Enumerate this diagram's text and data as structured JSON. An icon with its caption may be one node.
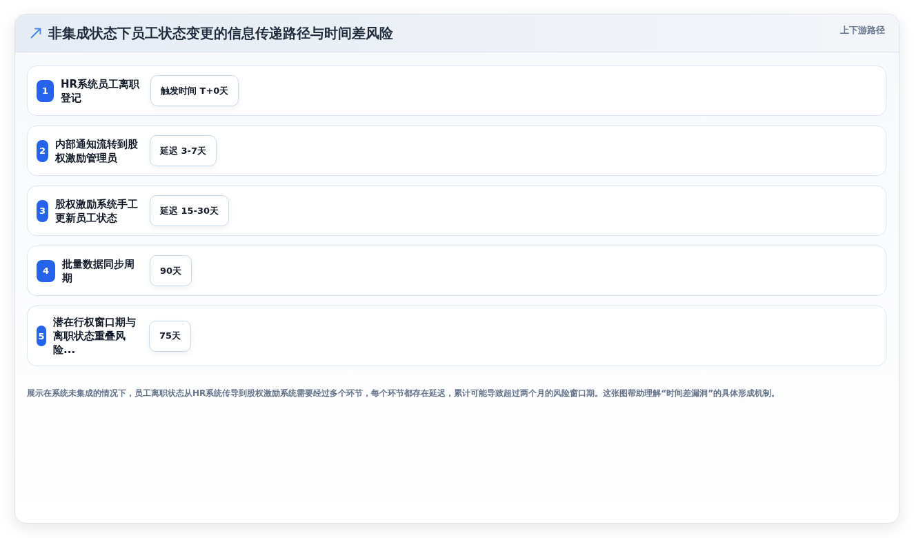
{
  "diagram": {
    "title": "非集成状态下员工状态变更的信息传递路径与时间差风险",
    "nodes": [
      {
        "text": [
          "HR系统员工离职登记"
        ]
      },
      {
        "text": [
          "1"
        ],
        "in": 0
      },
      {
        "text": [
          "触发时间 T+0天"
        ],
        "in": 0
      },
      {
        "text": [
          "内部通知流转到股权激励管理员"
        ]
      },
      {
        "text": [
          "2"
        ],
        "in": 3
      },
      {
        "text": [
          "延迟 3-7天"
        ],
        "in": 3
      },
      {
        "text": [
          "股权激励系统手工更新员工状态"
        ]
      },
      {
        "text": [
          "3"
        ],
        "in": 6
      },
      {
        "text": [
          "延迟 15-30天"
        ],
        "in": 6
      },
      {
        "text": [
          "批量数据同步周期"
        ]
      },
      {
        "text": [
          "4"
        ],
        "in": 9
      },
      {
        "text": [
          "90天"
        ],
        "in": 9
      },
      {
        "text": [
          "潜在行权窗口期与离职状态重叠风险..."
        ]
      },
      {
        "text": [
          "5"
        ],
        "in": 12
      },
      {
        "text": [
          "75天"
        ],
        "in": 12
      }
    ],
    "labels": [
      "上下游路径"
    ],
    "caption": "展示在系统未集成的情况下，员工离职状态从HR系统传导到股权激励系统需要经过多个环节，每个环节都存在延迟，累计可能导致超过两个月的风险窗口期。这张图帮助理解“时间差漏洞”的具体形成机制。"
  }
}
